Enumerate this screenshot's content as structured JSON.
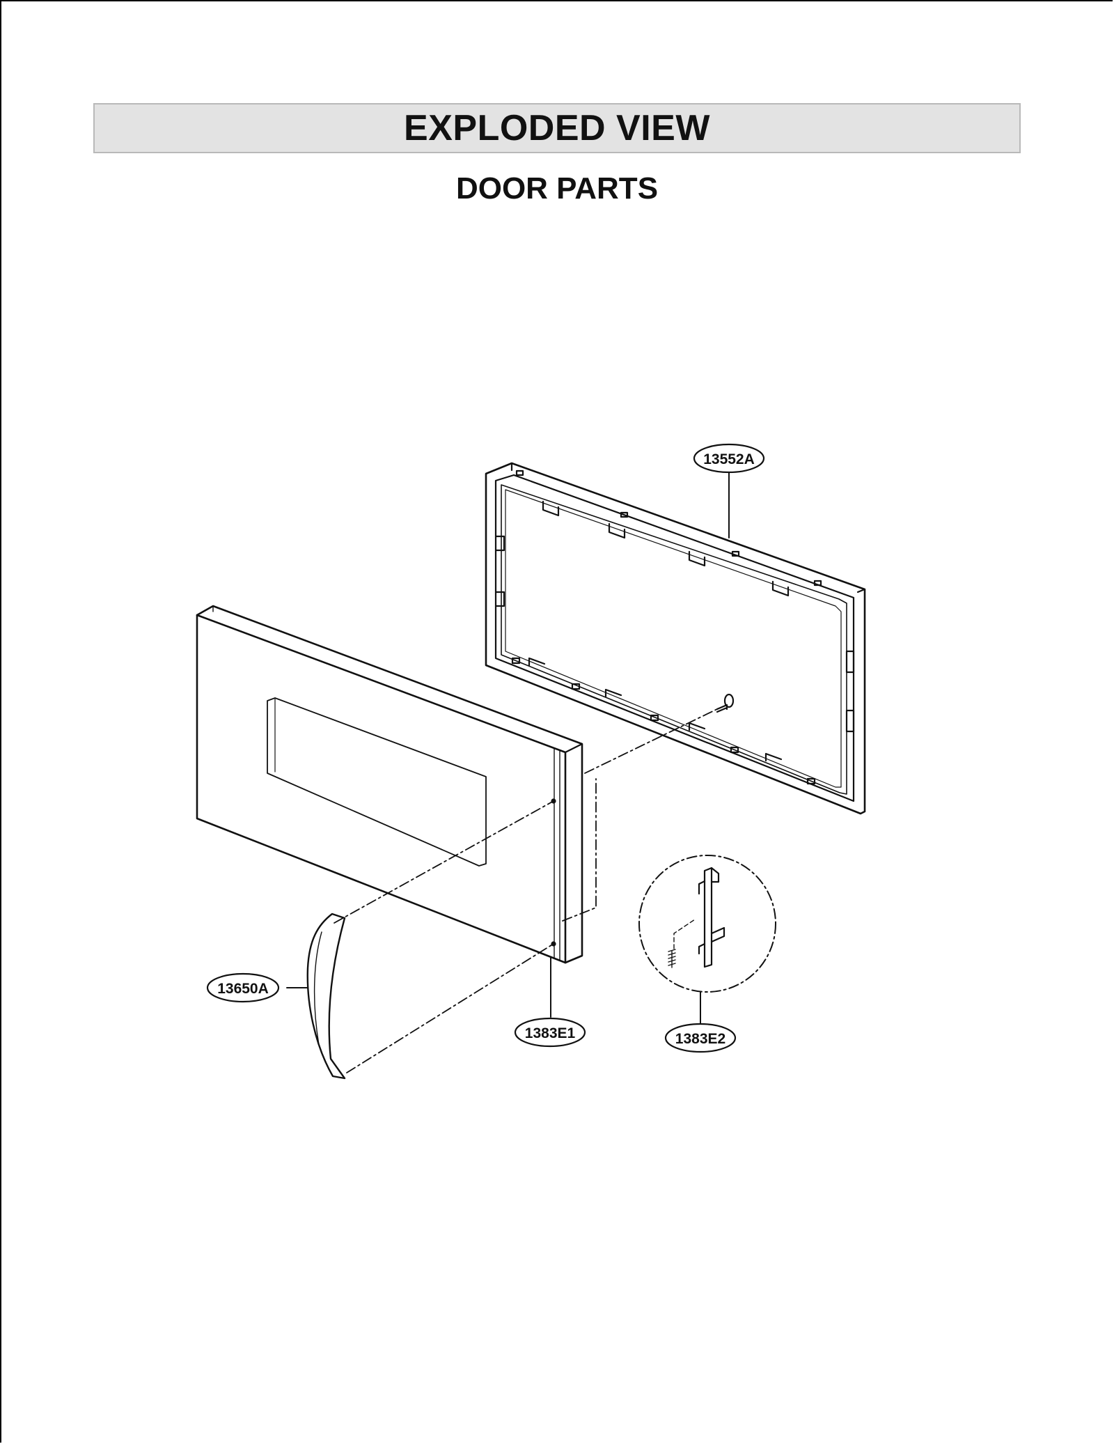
{
  "header": {
    "title": "EXPLODED VIEW",
    "subtitle": "DOOR PARTS"
  },
  "callouts": [
    {
      "id": "13552A",
      "label": "13552A"
    },
    {
      "id": "13650A",
      "label": "13650A"
    },
    {
      "id": "1383E1",
      "label": "1383E1"
    },
    {
      "id": "1383E2",
      "label": "1383E2"
    }
  ],
  "colors": {
    "title_bar_bg": "#e3e3e3",
    "line": "#111111"
  }
}
